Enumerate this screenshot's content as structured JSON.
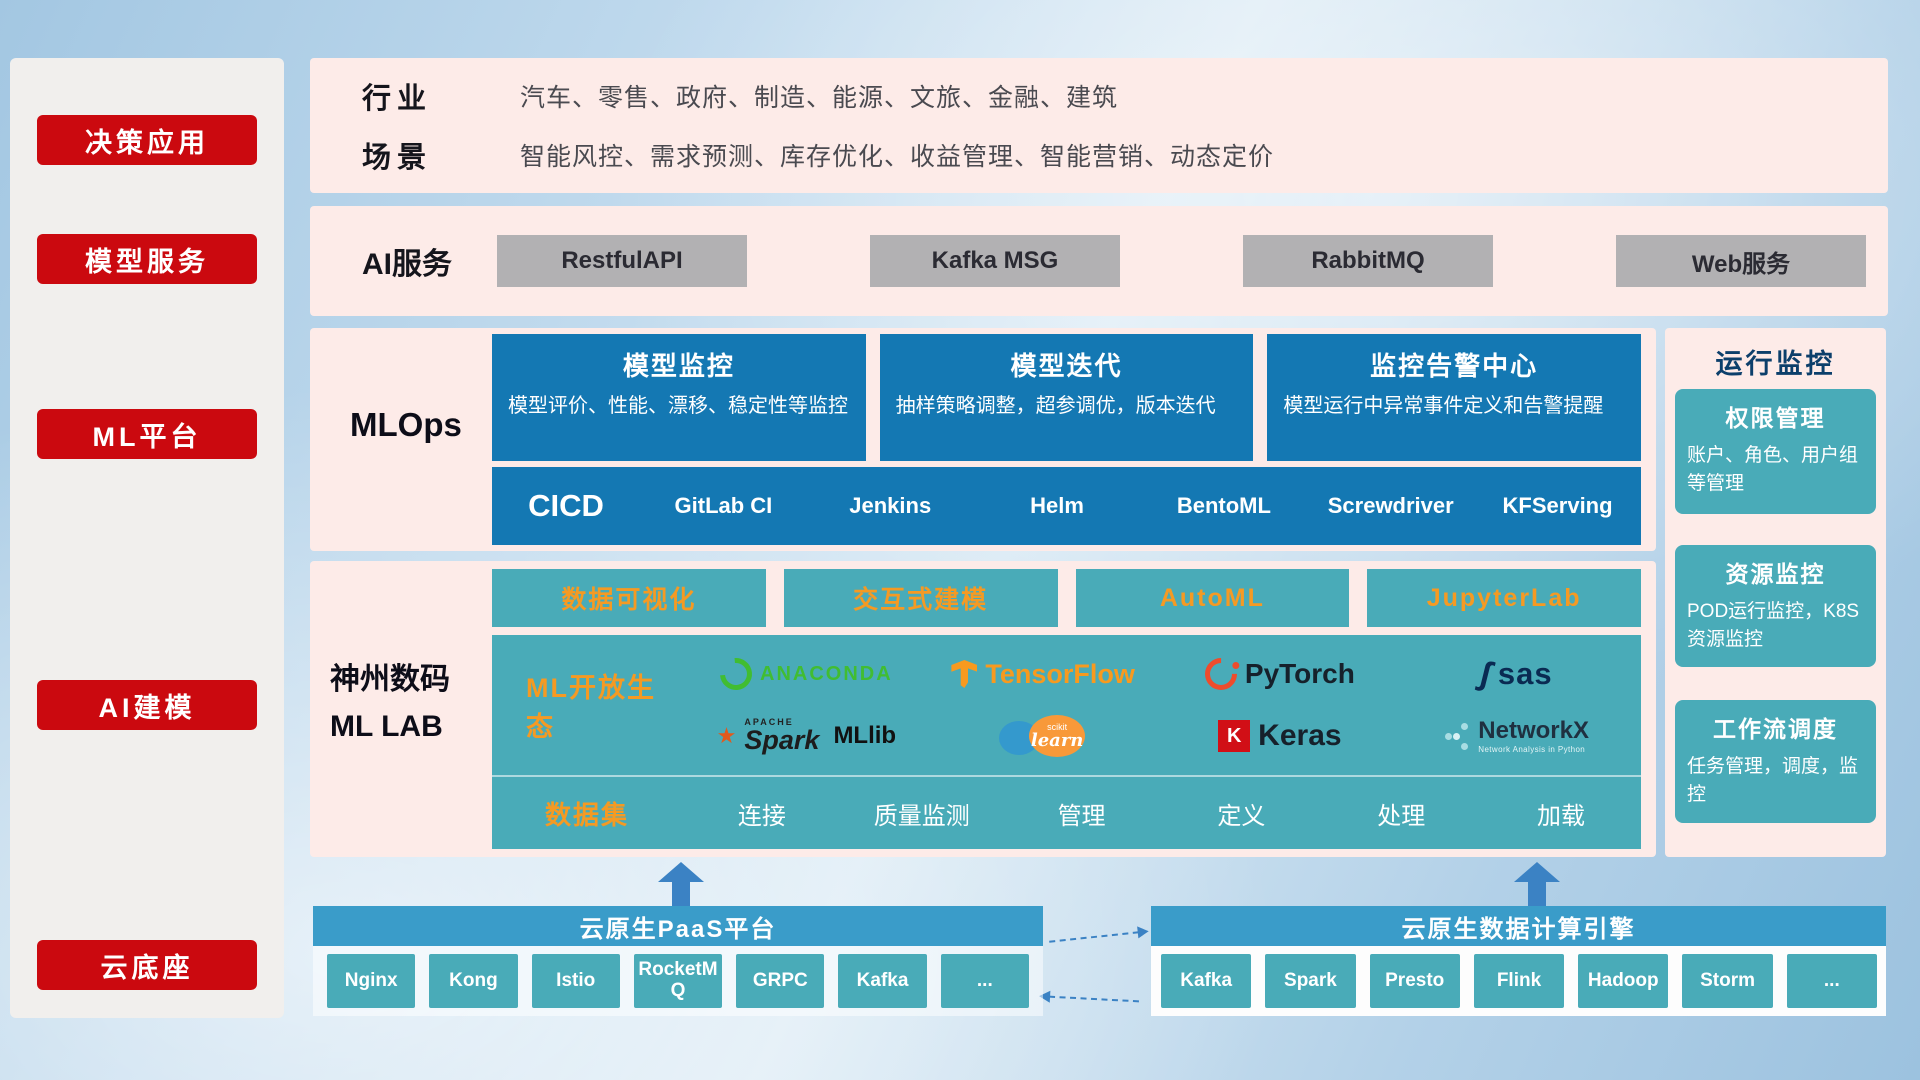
{
  "colors": {
    "red": "#cb090f",
    "pink_panel": "#fdebe8",
    "blue_card": "#1478b3",
    "teal": "#49abb8",
    "bar_blue": "#3a9cc9",
    "orange_text": "#f59a23",
    "arrow_blue": "#3b82c4"
  },
  "icons": {
    "anaconda": "open-ring",
    "tensorflow": "tf-mark",
    "pytorch": "flame-ring",
    "sas": "swoosh",
    "spark": "star",
    "scikit_learn": "two-circles",
    "keras": "K-square",
    "networkx": "node-graph",
    "up_arrow": "solid-up-arrow",
    "flow_arrow": "dashed-arrow"
  },
  "sidebar": {
    "items": [
      {
        "label": "决策应用"
      },
      {
        "label": "模型服务"
      },
      {
        "label": "ML平台"
      },
      {
        "label": "AI建模"
      },
      {
        "label": "云底座"
      }
    ]
  },
  "industry": {
    "rows": [
      {
        "label": "行业",
        "text": "汽车、零售、政府、制造、能源、文旅、金融、建筑"
      },
      {
        "label": "场景",
        "text": "智能风控、需求预测、库存优化、收益管理、智能营销、动态定价"
      }
    ]
  },
  "ai_service": {
    "label": "AI服务",
    "items": [
      "RestfulAPI",
      "Kafka MSG",
      "RabbitMQ",
      "Web服务"
    ]
  },
  "mlops": {
    "label": "MLOps",
    "cards": [
      {
        "title": "模型监控",
        "desc": "模型评价、性能、漂移、稳定性等监控"
      },
      {
        "title": "模型迭代",
        "desc": "抽样策略调整，超参调优，版本迭代"
      },
      {
        "title": "监控告警中心",
        "desc": "模型运行中异常事件定义和告警提醒"
      }
    ],
    "cicd": {
      "label": "CICD",
      "items": [
        "GitLab CI",
        "Jenkins",
        "Helm",
        "BentoML",
        "Screwdriver",
        "KFServing"
      ]
    }
  },
  "monitor": {
    "title": "运行监控",
    "cards": [
      {
        "title": "权限管理",
        "desc": "账户、角色、用户组等管理"
      },
      {
        "title": "资源监控",
        "desc": "POD运行监控，K8S资源监控"
      },
      {
        "title": "工作流调度",
        "desc": "任务管理，调度，监控"
      }
    ]
  },
  "mllab": {
    "label_line1": "神州数码",
    "label_line2": "ML LAB",
    "tools": [
      "数据可视化",
      "交互式建模",
      "AutoML",
      "JupyterLab"
    ],
    "eco_label": "ML开放生态",
    "logos": [
      {
        "name": "anaconda",
        "text": "ANACONDA"
      },
      {
        "name": "tensorflow",
        "text": "TensorFlow"
      },
      {
        "name": "pytorch",
        "text": "PyTorch"
      },
      {
        "name": "sas",
        "text": "sas"
      },
      {
        "name": "spark",
        "sup": "APACHE",
        "text": "Spark",
        "extra": "MLlib"
      },
      {
        "name": "scikit-learn",
        "sup": "scikit",
        "text": "learn"
      },
      {
        "name": "keras",
        "badge": "K",
        "text": "Keras"
      },
      {
        "name": "networkx",
        "text": "NetworkX",
        "sub": "Network Analysis in Python"
      }
    ],
    "dataset": {
      "label": "数据集",
      "items": [
        "连接",
        "质量监测",
        "管理",
        "定义",
        "处理",
        "加载"
      ]
    }
  },
  "bottom": {
    "paas": {
      "title": "云原生PaaS平台",
      "items": [
        "Nginx",
        "Kong",
        "Istio",
        "RocketMQ",
        "GRPC",
        "Kafka",
        "..."
      ]
    },
    "engine": {
      "title": "云原生数据计算引擎",
      "items": [
        "Kafka",
        "Spark",
        "Presto",
        "Flink",
        "Hadoop",
        "Storm",
        "..."
      ]
    }
  }
}
